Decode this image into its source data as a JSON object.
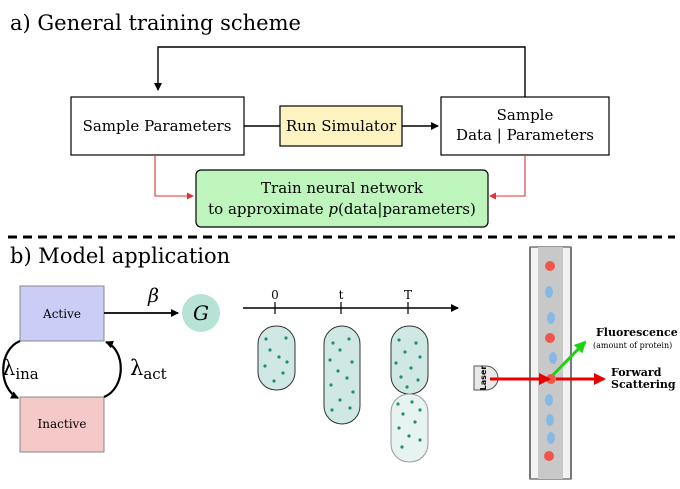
{
  "section_a": {
    "title": "a) General training scheme",
    "sample_params": "Sample Parameters",
    "run_sim": "Run Simulator",
    "sample_data_line1": "Sample",
    "sample_data_line2": "Data | Parameters",
    "train_line1": "Train neural network",
    "train_line2_prefix": "to approximate ",
    "train_line2_p": "p",
    "train_line2_suffix": "(data|parameters)"
  },
  "section_b": {
    "title": "b) Model application",
    "active": "Active",
    "inactive": "Inactive",
    "beta": "β",
    "g": "G",
    "lambda_sym": "λ",
    "lambda_ina_sub": "ina",
    "lambda_act_sub": "act",
    "timeline": [
      "0",
      "t",
      "T"
    ],
    "laser": "Laser",
    "fluorescence": "Fluorescence",
    "fluorescence_sub": "(amount of protein)",
    "forward1": "Forward",
    "forward2": "Scattering"
  },
  "colors": {
    "sim_box": "#fdf3c0",
    "train_box": "#bdf5bd",
    "active_box": "#cccdf6",
    "inactive_box": "#f6c9c9",
    "g_circle": "#b7e2d6",
    "cell_fill": "#cfe8e4",
    "dot": "#1f8f6e",
    "red_arrow": "#e60000",
    "green_arrow": "#19d40f",
    "blue_cell": "#88b8e6",
    "red_cell": "#f0554b"
  }
}
